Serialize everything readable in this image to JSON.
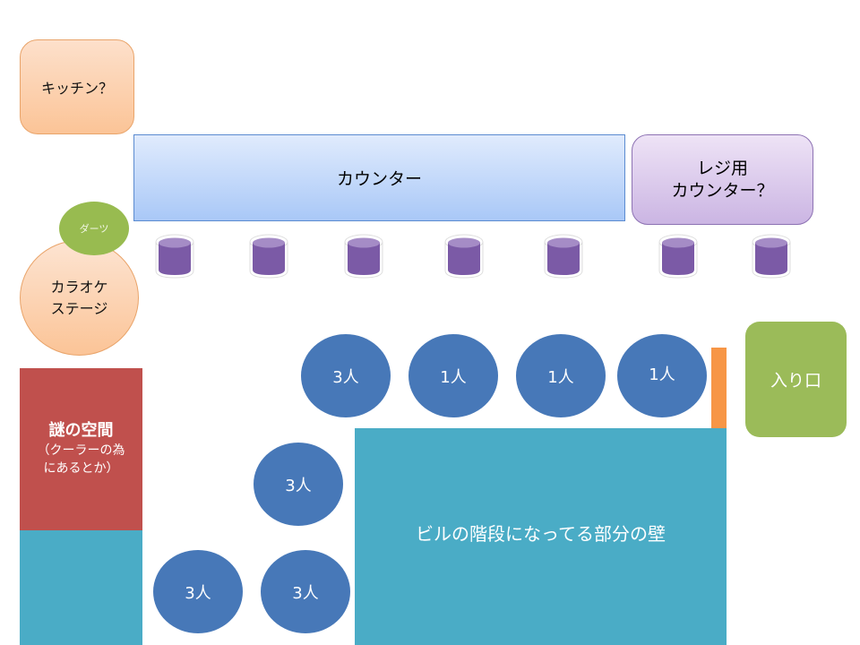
{
  "labels": {
    "kitchen": "キッチン？",
    "counter": "カウンター",
    "register_line1": "レジ用",
    "register_line2": "カウンター？",
    "darts": "ダーツ",
    "karaoke_line1": "カラオケ",
    "karaoke_line2": "ステージ",
    "mystery_title": "謎の空間",
    "mystery_line1": "（クーラーの為",
    "mystery_line2": "にあるとか）",
    "wall": "ビルの階段になってる部分の壁",
    "entrance": "入り口"
  },
  "tables": [
    {
      "label": "3人"
    },
    {
      "label": "1人"
    },
    {
      "label": "1人"
    },
    {
      "label": "1人"
    },
    {
      "label": "3人"
    },
    {
      "label": "3人"
    },
    {
      "label": "3人"
    }
  ],
  "stools": {
    "count": 7
  },
  "colors": {
    "table": "#4778b8",
    "stool": "#7b5aa6",
    "mystery": "#c0504d",
    "wall": "#4aacc6",
    "entrance": "#9bbb59",
    "darts": "#98bb50",
    "orange_bar": "#f79646"
  }
}
